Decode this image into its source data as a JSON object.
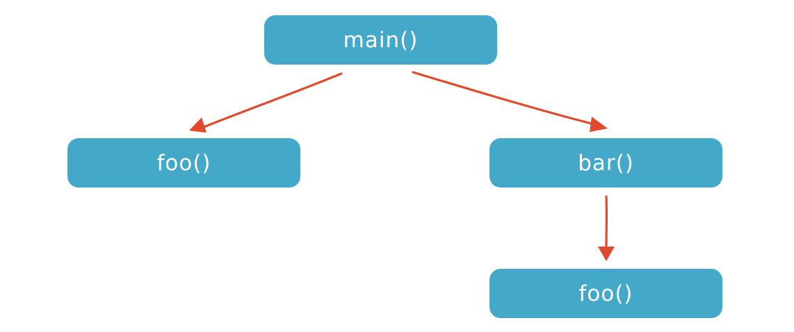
{
  "diagram": {
    "colors": {
      "node_fill": "#44a9c8",
      "node_text": "#ffffff",
      "edge": "#e0492b"
    },
    "nodes": {
      "main": {
        "label": "main()"
      },
      "foo_left": {
        "label": "foo()"
      },
      "bar": {
        "label": "bar()"
      },
      "foo_bottom": {
        "label": "foo()"
      }
    },
    "edges": [
      {
        "from": "main()",
        "to": "foo()"
      },
      {
        "from": "main()",
        "to": "bar()"
      },
      {
        "from": "bar()",
        "to": "foo()"
      }
    ]
  }
}
